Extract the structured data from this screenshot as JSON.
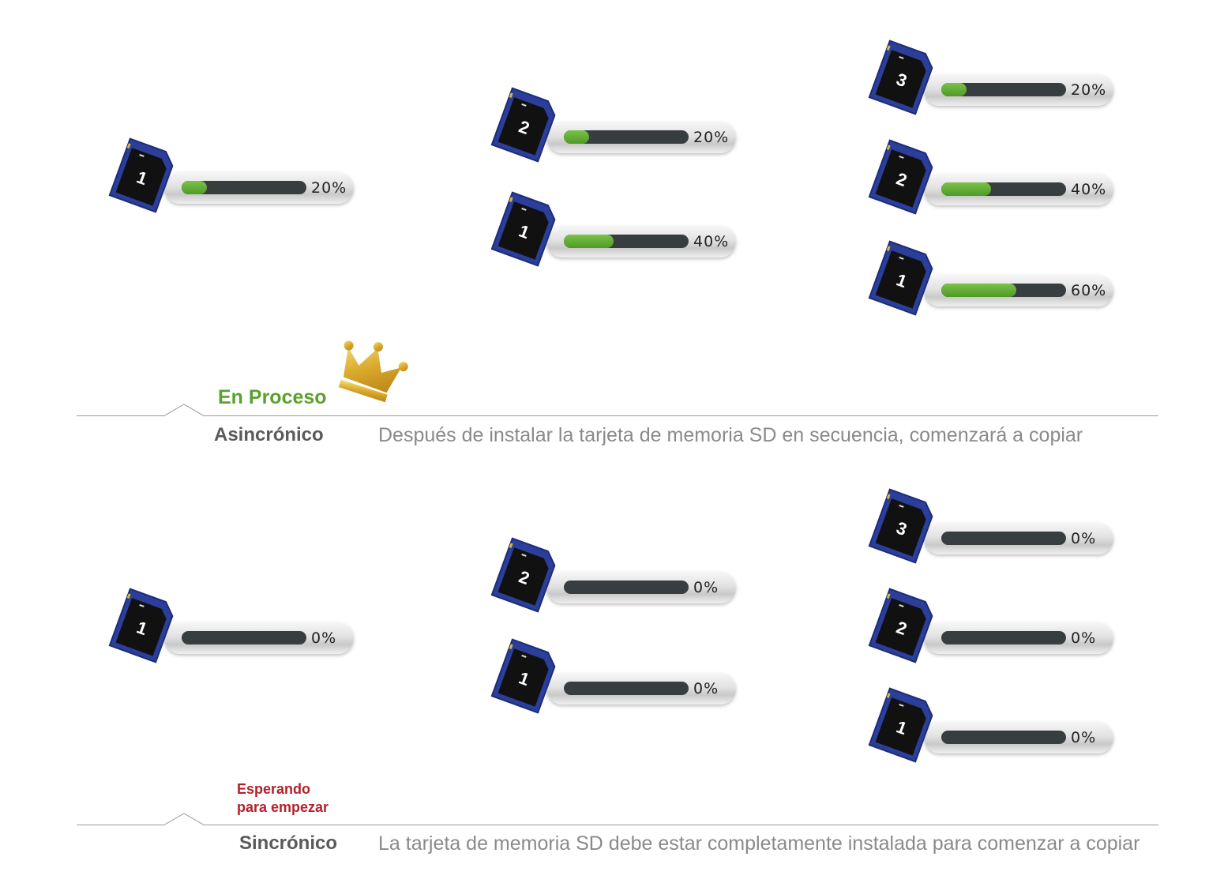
{
  "async_section": {
    "status": "En Proceso",
    "mode": "Asincrónico",
    "description": "Después de instalar la tarjeta de memoria SD en secuencia, comenzará a copiar",
    "groups": [
      [
        {
          "card": "1",
          "progress": 0.2,
          "label": "20%"
        }
      ],
      [
        {
          "card": "2",
          "progress": 0.2,
          "label": "20%"
        },
        {
          "card": "1",
          "progress": 0.4,
          "label": "40%"
        }
      ],
      [
        {
          "card": "3",
          "progress": 0.2,
          "label": "20%"
        },
        {
          "card": "2",
          "progress": 0.4,
          "label": "40%"
        },
        {
          "card": "1",
          "progress": 0.6,
          "label": "60%"
        }
      ]
    ]
  },
  "sync_section": {
    "status_line1": "Esperando",
    "status_line2": "para empezar",
    "mode": "Sincrónico",
    "description": "La tarjeta de memoria SD debe estar completamente instalada para comenzar a copiar",
    "groups": [
      [
        {
          "card": "1",
          "progress": 0,
          "label": "0%"
        }
      ],
      [
        {
          "card": "2",
          "progress": 0,
          "label": "0%"
        },
        {
          "card": "1",
          "progress": 0,
          "label": "0%"
        }
      ],
      [
        {
          "card": "3",
          "progress": 0,
          "label": "0%"
        },
        {
          "card": "2",
          "progress": 0,
          "label": "0%"
        },
        {
          "card": "1",
          "progress": 0,
          "label": "0%"
        }
      ]
    ]
  },
  "colors": {
    "card_body": "#2b3f9a",
    "card_face": "#111111",
    "fill_green": "#5aa22d",
    "status_green": "#5aa22d",
    "status_red": "#b4202a",
    "crown_gold": "#d6a82a"
  },
  "icons": [
    "sd-card-icon",
    "crown-icon"
  ]
}
